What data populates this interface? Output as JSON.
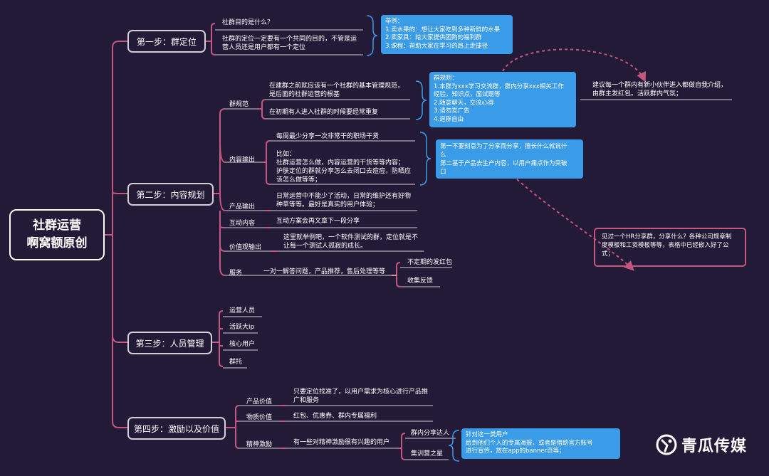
{
  "root": {
    "line1": "社群运营",
    "line2": "啊窝额原创"
  },
  "step1": {
    "title": "第一步：群定位",
    "q": "社群目的是什么？",
    "desc_l1": "社群的定位一定要有一个共同的目的，不管是运",
    "desc_l2": "营人员还是用户都有一个定位",
    "example": {
      "l1": "举例：",
      "l2": "1.卖水果的：想让大家吃到多种新鲜的水果",
      "l3": "2.卖家具：给大家提供团购的福利群",
      "l4": "3.课程：帮助大家在学习的路上走捷径"
    }
  },
  "step2": {
    "title": "第二步：内容规划",
    "rules": {
      "label": "群规范",
      "a_l1": "在建群之前就应该有一个社群的基本管理规范，",
      "a_l2": "是后面的社群运营的根基",
      "b": "在初期有人进入社群的时候要经常重复",
      "box": {
        "l1": "群规则：",
        "l2": "1.本群为xxx学习交流群，群内分享xxx相关工作",
        "l3": "经验，知识点，面试题等",
        "l4": "2.随意聊天，交流心得",
        "l5": "3.请勿发广告",
        "l6": "4.退群自由"
      },
      "note_l1": "建议每一个群内有新小伙伴进入都做自我介绍，",
      "note_l2": "由群主发红包。活跃群内气氛；"
    },
    "content": {
      "label": "内容输出",
      "a": "每周最少分享一次非常干的职场干货",
      "b_l1": "比如：",
      "b_l2": "社群运营怎么做，内容运营的干货等等内容；",
      "b_l3": "护肤定位的群就分享怎么去闭口去痘痘，防晒应",
      "b_l4": "该怎么做等等；",
      "box": {
        "l1": "第一不要刻意为了分享而分享，擅长什么就说什",
        "l2": "么",
        "l3": "第二基于产品去生产内容，以用户痛点作为突破",
        "l4": "口"
      },
      "note_l1": "见过一个HR分享群，分享什么？各种公司规章制",
      "note_l2": "度模板和工资模板等等，表格中已经嵌入好了公",
      "note_l3": "式；"
    },
    "product": {
      "label": "产品输出",
      "l1": "日常运营中不能少了活动，日常的维护还有好物",
      "l2": "种草等等。最好是真实的用户体验；"
    },
    "interact": {
      "label": "互动内容",
      "text": "互动方案会再文章下一段分享"
    },
    "value": {
      "label": "价值观输出",
      "l1": "这里就举例吧，一个软件测试的群，定位就是不",
      "l2": "让每一个测试人孤寂的成长。"
    },
    "service": {
      "label": "服务",
      "text": "一对一解答问题，产品推荐，售后处理等等",
      "a": "不定期的发红包",
      "b": "收集反馈"
    }
  },
  "step3": {
    "title": "第三步：人员管理",
    "items": [
      "运营人员",
      "活跃大ip",
      "核心用户",
      "群托"
    ]
  },
  "step4": {
    "title": "第四步：激励以及价值",
    "product": {
      "label": "产品价值",
      "l1": "只要定位找准了，以用户需求为核心进行产品推",
      "l2": "广和服务"
    },
    "material": {
      "label": "物质价值",
      "text": "红包、优惠券、群内专属福利"
    },
    "spirit": {
      "label": "精神激励",
      "text": "有一些对精神激励很有兴趣的用户",
      "a": "群内分享达人",
      "b": "集训营之星",
      "box": {
        "l1": "针对这一类用户",
        "l2": "给到他们个人的专属海报，或者是借助官方账号",
        "l3": "进行宣传，放在app的banner页等；"
      }
    }
  },
  "brand": {
    "name": "青瓜传媒"
  },
  "colors": {
    "background": "#231a37",
    "branch": "#c2577f",
    "callout": "#3a9be9",
    "bracket": "#3a9be9",
    "underline": "#cfcfd6"
  }
}
